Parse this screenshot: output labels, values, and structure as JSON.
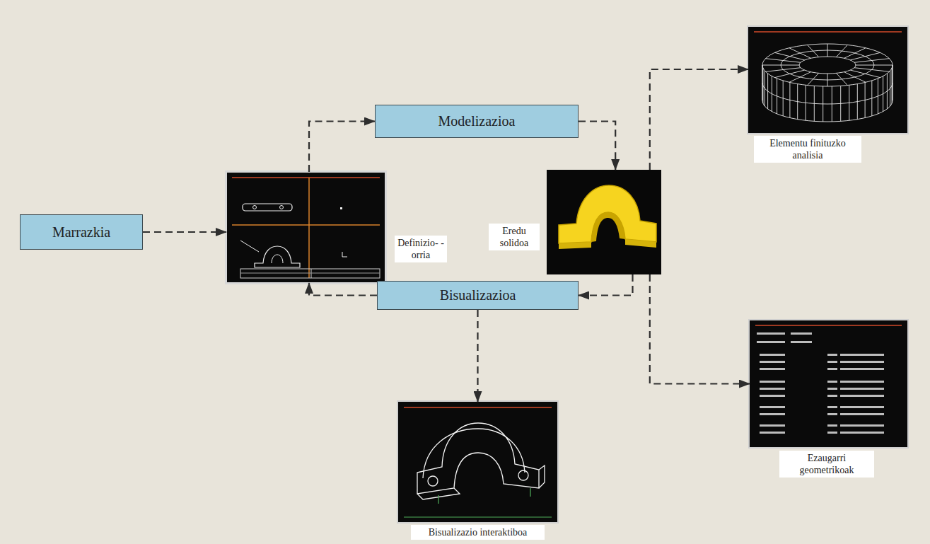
{
  "diagram": {
    "nodes": [
      {
        "text": [
          "Marrazkia"
        ]
      },
      {
        "text": [
          "Modelizazioa"
        ]
      },
      {
        "text": [
          "Definizio- -orria"
        ]
      },
      {
        "text": [
          "Eredu solidoa"
        ]
      },
      {
        "text": [
          "Elementu finituzko analisia"
        ]
      },
      {
        "text": [
          "Bisualizazioa"
        ]
      },
      {
        "text": [
          "Ezaugarri geometrikoak"
        ]
      },
      {
        "text": [
          "Bisualizazio interaktiboa"
        ]
      }
    ],
    "edges": [
      {
        "from": 0,
        "to": 2,
        "arrow": "to"
      },
      {
        "from": 2,
        "to": 1,
        "arrow": "to"
      },
      {
        "from": 1,
        "to": 3,
        "arrow": "to"
      },
      {
        "from": 3,
        "to": 4,
        "arrow": "to"
      },
      {
        "from": 3,
        "to": 5,
        "arrow": "to"
      },
      {
        "from": 5,
        "to": 2,
        "arrow": "to"
      },
      {
        "from": 5,
        "to": 7,
        "arrow": "to"
      },
      {
        "from": 3,
        "to": 6,
        "arrow": "to"
      }
    ]
  }
}
